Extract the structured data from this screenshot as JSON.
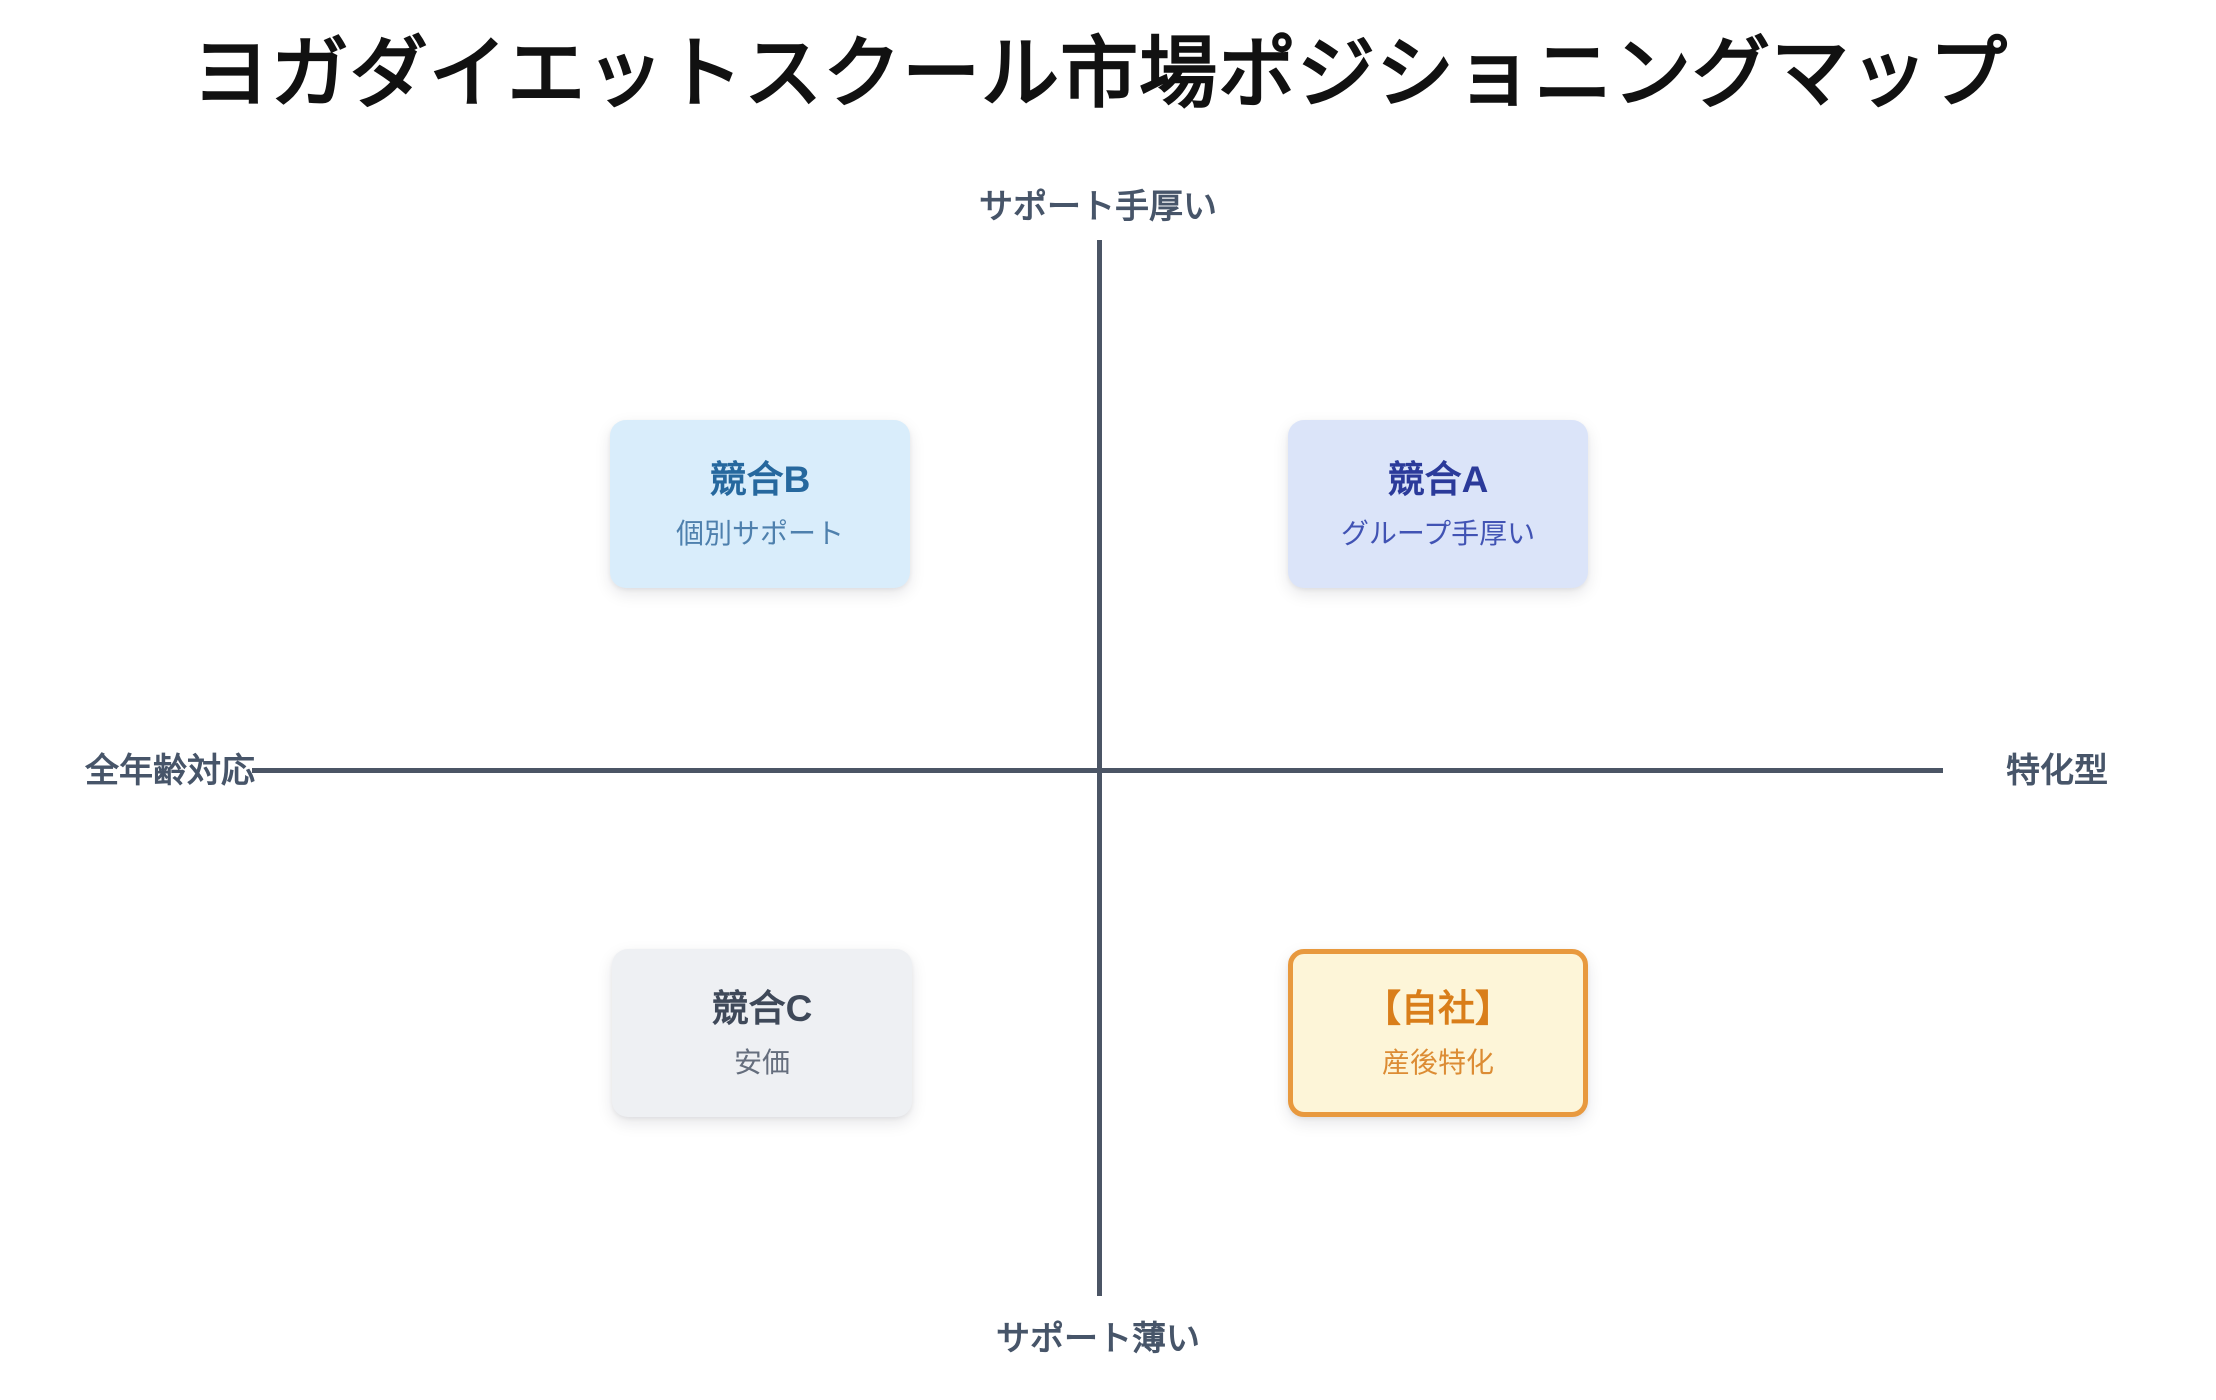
{
  "page": {
    "title": "ヨガダイエットスクール市場ポジショニングマップ",
    "background_color": "#ffffff"
  },
  "axes": {
    "line_color": "#4b5565",
    "label_color": "#475569",
    "top_label": "サポート手厚い",
    "bottom_label": "サポート薄い",
    "left_label": "全年齢対応",
    "right_label": "特化型"
  },
  "quadrant_items": [
    {
      "id": "competitor-b",
      "quadrant": "top-left",
      "name": "競合B",
      "description": "個別サポート",
      "bg": "#d9edfb",
      "title_color": "#26689e",
      "desc_color": "#4e80ad"
    },
    {
      "id": "competitor-a",
      "quadrant": "top-right",
      "name": "競合A",
      "description": "グループ手厚い",
      "bg": "#dbe4f9",
      "title_color": "#2b3a9a",
      "desc_color": "#4153b4"
    },
    {
      "id": "competitor-c",
      "quadrant": "bottom-left",
      "name": "競合C",
      "description": "安価",
      "bg": "#eef0f3",
      "title_color": "#3f4959",
      "desc_color": "#656e7d"
    },
    {
      "id": "own-company",
      "quadrant": "bottom-right",
      "name": "【自社】",
      "description": "産後特化",
      "bg": "#fdf5d8",
      "border_color": "#e8993e",
      "title_color": "#d97e1a",
      "desc_color": "#dc8c34"
    }
  ]
}
